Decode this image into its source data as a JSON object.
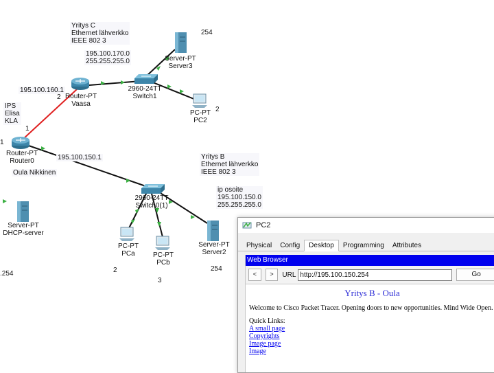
{
  "topology": {
    "notes": {
      "yritys_c": "Yritys C\nEthernet lähverkko\nIEEE 802 3",
      "net_c": "195.100.170.0\n255.255.255.0",
      "ips": "IPS\nElisa\nKLA",
      "yritys_b": "Yritys B\nEthernet lähverkko\nIEEE 802 3",
      "ip_b": "ip osoite\n195.100.150.0\n255.255.255.0",
      "router_vaasa_ip": "195.100.160.1",
      "router0_ip": "195.100.150.1",
      "owner": "Oula Nikkinen"
    },
    "devices": {
      "server3": "Server-PT\nServer3",
      "switch1": "2960-24TT\nSwitch1",
      "vaasa": "Router-PT\nVaasa",
      "pc2": "PC-PT\nPC2",
      "router0": "Router-PT\nRouter0",
      "switch0": "2960-24TT\nSwitch0(1)",
      "dhcp": "Server-PT\nDHCP-server",
      "pca": "PC-PT\nPCa",
      "pcb": "PC-PT\nPCb",
      "server2": "Server-PT\nServer2"
    },
    "tags": {
      "t254a": "254",
      "t2a": "2",
      "t2b": "2",
      "t1a": "1",
      "t1b": "1",
      "t254b": ".254",
      "t2c": "2",
      "t3": "3",
      "t254c": "254"
    }
  },
  "window": {
    "title": "PC2",
    "tabs": [
      "Physical",
      "Config",
      "Desktop",
      "Programming",
      "Attributes"
    ],
    "active_tab": "Desktop",
    "browser": {
      "title": "Web Browser",
      "back": "<",
      "forward": ">",
      "url_label": "URL",
      "url_value": "http://195.100.150.254",
      "go": "Go",
      "page_title": "Yritys B - Oula",
      "welcome": "Welcome to Cisco Packet Tracer. Opening doors to new opportunities. Mind Wide Open.",
      "quick_links_label": "Quick Links:",
      "links": [
        "A small page",
        "Copyrights",
        "Image page",
        "Image"
      ]
    }
  },
  "colors": {
    "link_red": "#e02020",
    "browser_bar": "#0000ee",
    "link_dot": "#3cb043"
  }
}
